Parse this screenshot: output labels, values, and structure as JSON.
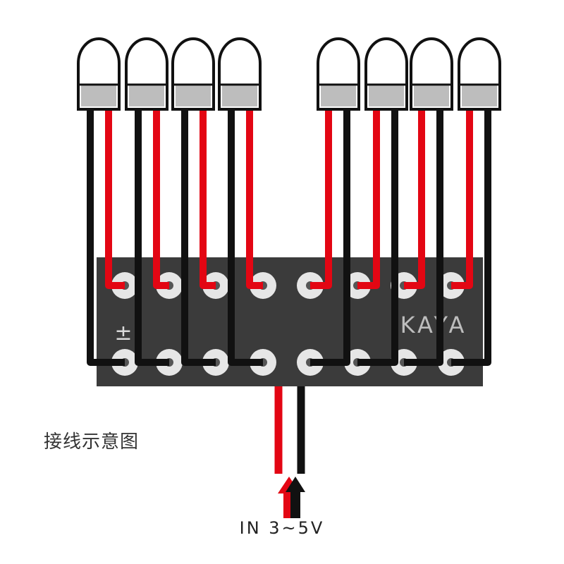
{
  "diagram": {
    "board_marking_polarity": "±",
    "board_marking_brand": "KAYA",
    "caption": "接线示意图",
    "input_label": "IN  3~5V",
    "led_count": 8,
    "colors": {
      "board": "#3b3b3b",
      "pad": "#e6e6e6",
      "positive_wire": "#e30613",
      "negative_wire": "#111111",
      "led_body": "#ffffff",
      "led_outline": "#111111",
      "led_base": "#bdbdbd",
      "text": "#333333"
    }
  }
}
